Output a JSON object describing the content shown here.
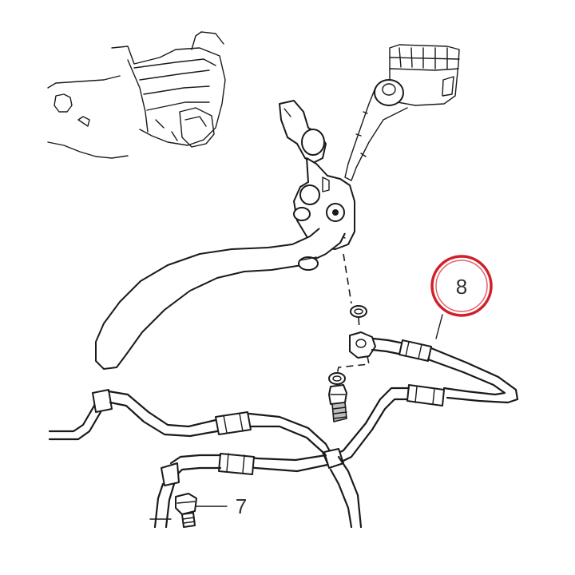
{
  "diagram": {
    "callouts": [
      {
        "id": "part-8",
        "number": "8",
        "highlighted": true
      },
      {
        "id": "part-7",
        "number": "7",
        "highlighted": false
      }
    ],
    "colors": {
      "line": "#1a1a1a",
      "highlight": "#d0202a",
      "text": "#333333",
      "background": "#ffffff"
    }
  }
}
